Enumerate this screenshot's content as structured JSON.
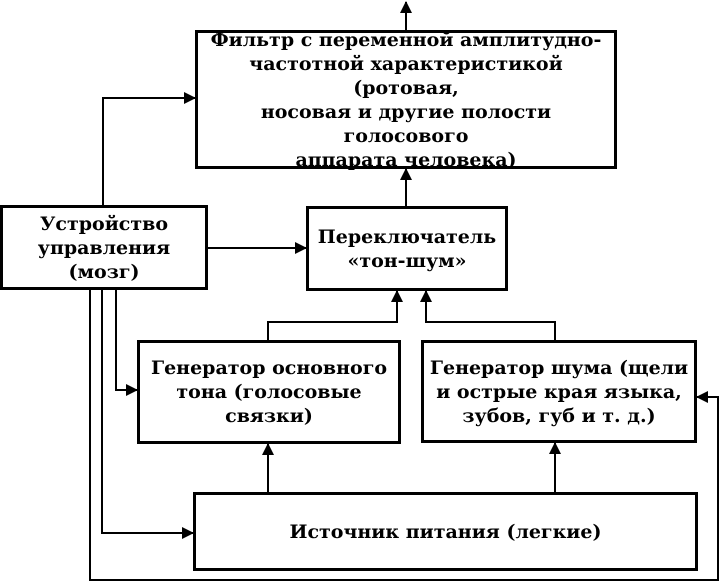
{
  "diagram": {
    "nodes": {
      "filter": "Фильтр с переменной амплитудно-\nчастотной характеристикой (ротовая,\nносовая и другие полости голосового\nаппарата человека)",
      "controller": "Устройство\nуправления (мозг)",
      "switch": "Переключатель\n«тон-шум»",
      "tone_generator": "Генератор основного\nтона (голосовые связки)",
      "noise_generator": "Генератор шума (щели\nи острые края языка,\nзубов, губ и т. д.)",
      "power_source": "Источник питания (легкие)"
    }
  }
}
